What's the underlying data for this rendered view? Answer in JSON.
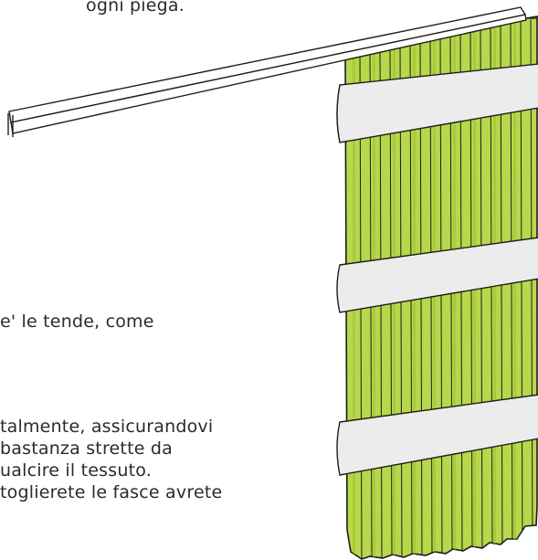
{
  "text": {
    "top_fragment": "ogni piega.",
    "lines": [
      "e' le tende, come",
      "talmente, assicurandovi",
      "bastanza strette da",
      "ualcire il tessuto.",
      "toglierete le fasce avrete"
    ]
  },
  "colors": {
    "fabric": "#b7d84a",
    "fabric_shadow": "#9fc12f",
    "outline": "#1d1d1b",
    "band": "#ececec"
  }
}
